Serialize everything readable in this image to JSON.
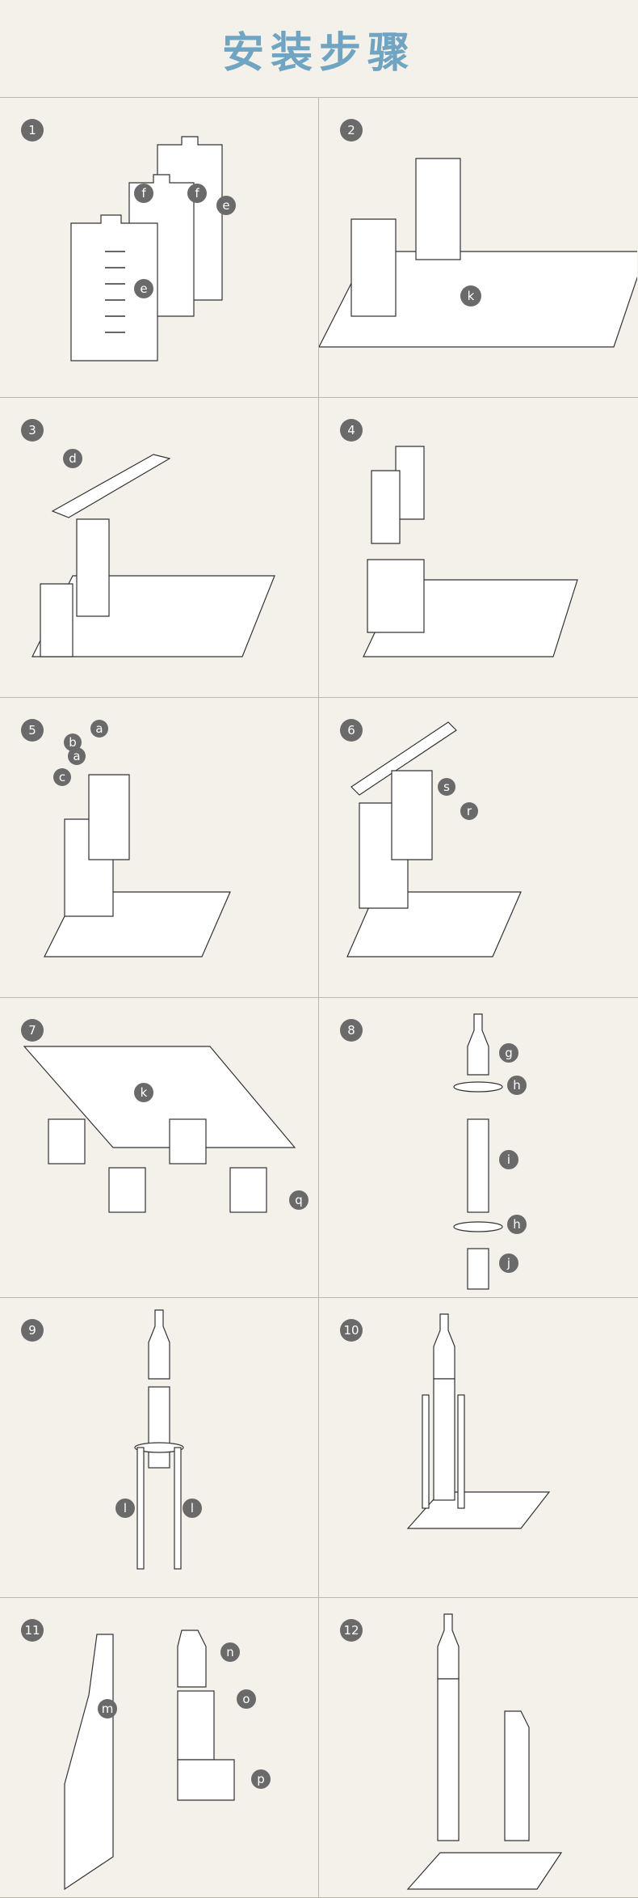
{
  "title": "安装步骤",
  "steps": [
    {
      "number": "1",
      "labels": [
        "f",
        "f",
        "e",
        "e"
      ]
    },
    {
      "number": "2",
      "labels": [
        "k"
      ]
    },
    {
      "number": "3",
      "labels": [
        "d"
      ]
    },
    {
      "number": "4",
      "labels": []
    },
    {
      "number": "5",
      "labels": [
        "a",
        "b",
        "a",
        "c"
      ]
    },
    {
      "number": "6",
      "labels": [
        "s",
        "r"
      ]
    },
    {
      "number": "7",
      "labels": [
        "k",
        "q"
      ]
    },
    {
      "number": "8",
      "labels": [
        "g",
        "h",
        "i",
        "h",
        "j"
      ]
    },
    {
      "number": "9",
      "labels": [
        "l",
        "l"
      ]
    },
    {
      "number": "10",
      "labels": []
    },
    {
      "number": "11",
      "labels": [
        "n",
        "m",
        "o",
        "p"
      ]
    },
    {
      "number": "12",
      "labels": []
    }
  ]
}
